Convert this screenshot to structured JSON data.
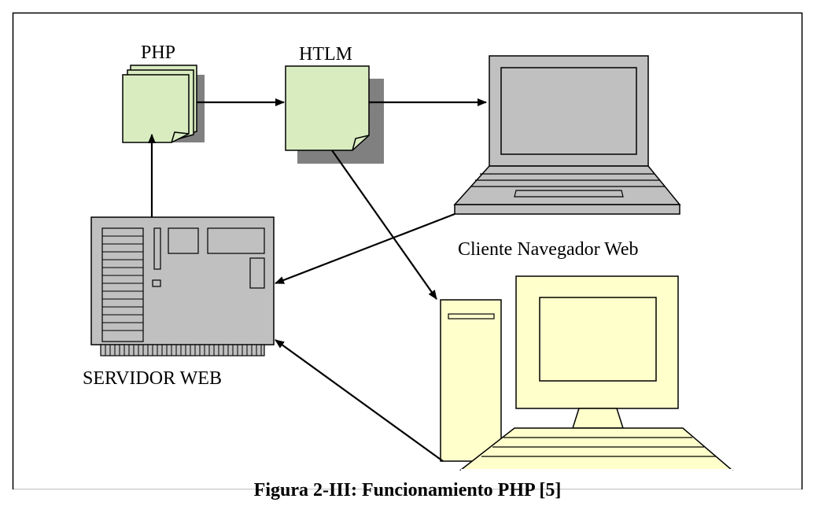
{
  "diagram": {
    "labels": {
      "php": "PHP",
      "html": "HTLM",
      "client": "Cliente Navegador Web",
      "server": "SERVIDOR WEB"
    },
    "caption": "Figura 2-III: Funcionamiento PHP [5]"
  },
  "colors": {
    "document_fill": "#d9ecc0",
    "shadow": "#808080",
    "laptop_gray": "#c0c0c0",
    "desktop_yellow": "#ffffcc"
  },
  "icons": [
    "php-document-stack-icon",
    "html-document-icon",
    "laptop-icon",
    "web-server-icon",
    "desktop-computer-icon"
  ]
}
